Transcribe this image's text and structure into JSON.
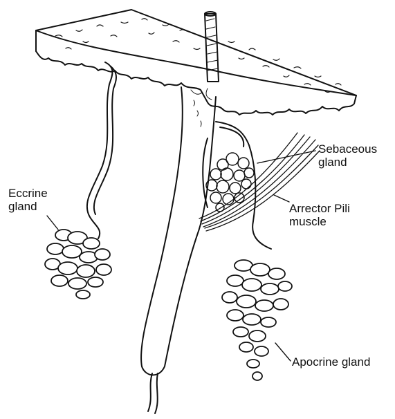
{
  "labels": {
    "eccrine": [
      "Eccrine",
      "gland"
    ],
    "sebaceous": [
      "Sebaceous",
      "gland"
    ],
    "arrector": [
      "Arrector Pili",
      "muscle"
    ],
    "apocrine": "Apocrine gland"
  },
  "colors": {
    "ink": "#111111",
    "background": "#ffffff"
  }
}
